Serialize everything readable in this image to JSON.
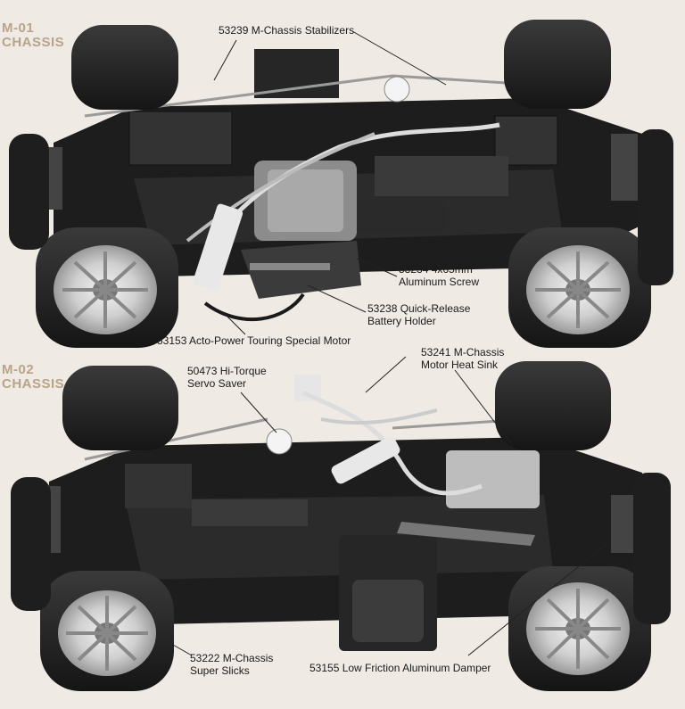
{
  "colors": {
    "paper": "#efeae4",
    "chassis_black": "#1c1c1c",
    "tire": "#2a2a2a",
    "rim": "#d9d9d9",
    "section_title": "#b8a489"
  },
  "sections": [
    {
      "id": "m01",
      "title_line1": "M-01",
      "title_line2": "CHASSIS"
    },
    {
      "id": "m02",
      "title_line1": "M-02",
      "title_line2": "CHASSIS"
    }
  ],
  "callouts": {
    "stabilizers": "53239 M-Chassis Stabilizers",
    "screw_l1": "53234 4x65mm",
    "screw_l2": "Aluminum Screw",
    "battery_l1": "53238 Quick-Release",
    "battery_l2": "Battery Holder",
    "motor": "53153 Acto-Power Touring Special Motor",
    "servo_l1": "50473 Hi-Torque",
    "servo_l2": "Servo Saver",
    "heatsink_l1": "53241 M-Chassis",
    "heatsink_l2": "Motor Heat Sink",
    "slicks_l1": "53222 M-Chassis",
    "slicks_l2": "Super Slicks",
    "damper": "53155 Low Friction Aluminum Damper"
  }
}
